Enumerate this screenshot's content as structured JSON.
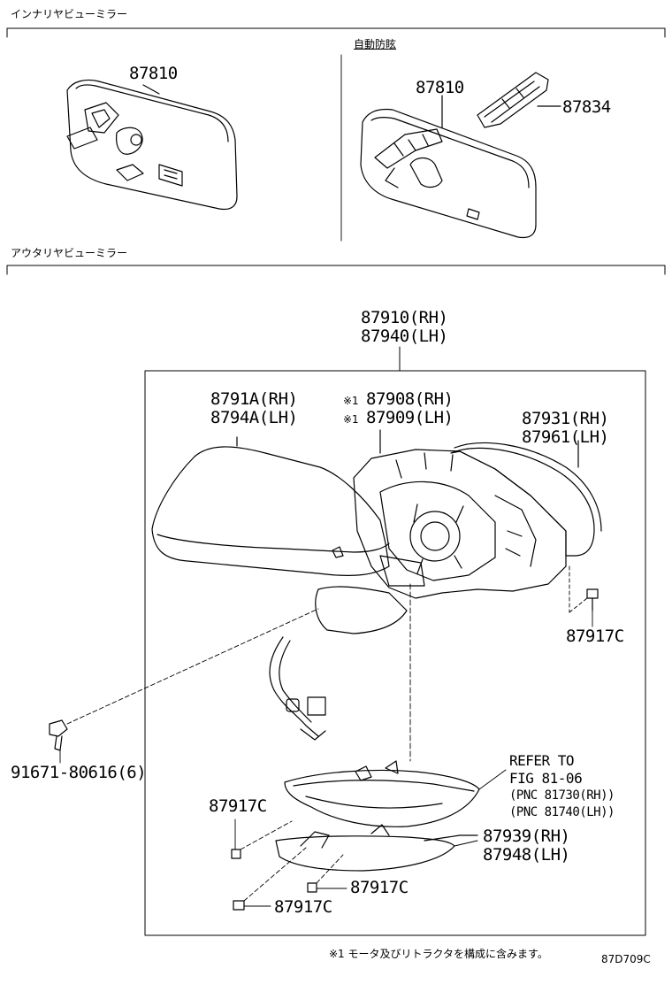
{
  "sections": {
    "inner_title": "インナリヤビューミラー",
    "outer_title": "アウタリヤビューミラー",
    "auto_dimming_label": "自動防眩"
  },
  "parts": {
    "inner_mirror_left": "87810",
    "inner_mirror_right": "87810",
    "inner_cover": "87834",
    "outer_assy_rh": "87910(RH)",
    "outer_assy_lh": "87940(LH)",
    "cover_rh": "8791A(RH)",
    "cover_lh": "8794A(LH)",
    "motor_rh": "87908(RH)",
    "motor_lh": "87909(LH)",
    "marker1a": "※1",
    "marker1b": "※1",
    "glass_rh": "87931(RH)",
    "glass_lh": "87961(LH)",
    "screw_right": "87917C",
    "bolt": "91671-80616(6)",
    "screw_lamp_top": "87917C",
    "refer_line1": "REFER TO",
    "refer_line2": "FIG 81-06",
    "refer_line3": "(PNC 81730(RH))",
    "refer_line4": "(PNC 81740(LH))",
    "lamp_rh": "87939(RH)",
    "lamp_lh": "87948(LH)",
    "screw_lamp_mid": "87917C",
    "screw_lamp_bottom": "87917C"
  },
  "footnote": "※1 モータ及びリトラクタを構成に含みます。",
  "figure_code": "87D709C"
}
